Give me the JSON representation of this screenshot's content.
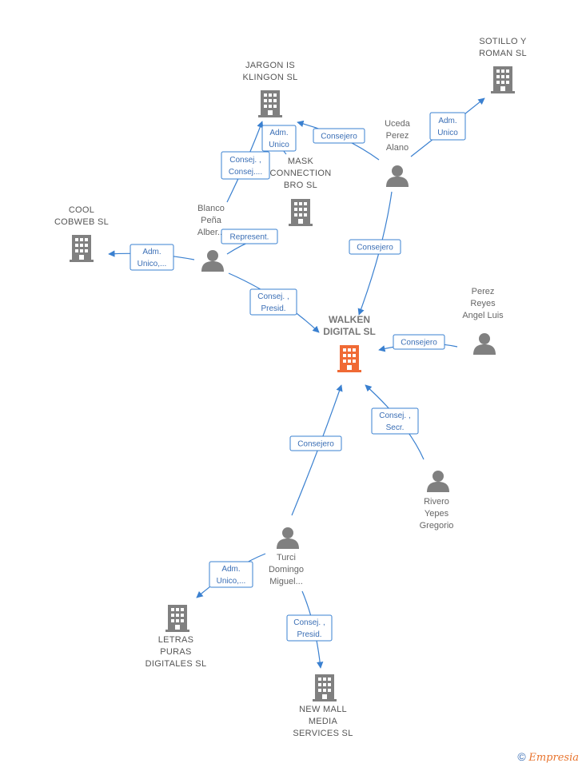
{
  "colors": {
    "edge": "#3a80d0",
    "edge_label_text": "#3a6eb5",
    "node_gray": "#808080",
    "main_node": "#f06a35",
    "label": "#666666"
  },
  "nodes": [
    {
      "id": "jargon",
      "type": "company",
      "label": [
        "JARGON IS",
        "KLINGON  SL"
      ]
    },
    {
      "id": "sotillo",
      "type": "company",
      "label": [
        "SOTILLO Y",
        "ROMAN SL"
      ]
    },
    {
      "id": "uceda",
      "type": "person",
      "label": [
        "Uceda",
        "Perez",
        "Alano"
      ]
    },
    {
      "id": "mask",
      "type": "company",
      "label": [
        "MASK",
        "CONNECTION",
        "BRO  SL"
      ]
    },
    {
      "id": "cool",
      "type": "company",
      "label": [
        "COOL",
        "COBWEB  SL"
      ]
    },
    {
      "id": "blanco",
      "type": "person",
      "label": [
        "Blanco",
        "Peña",
        "Alber..."
      ]
    },
    {
      "id": "walken",
      "type": "main",
      "label": [
        "WALKEN",
        "DIGITAL  SL"
      ]
    },
    {
      "id": "perez",
      "type": "person",
      "label": [
        "Perez",
        "Reyes",
        "Angel Luis"
      ]
    },
    {
      "id": "rivero",
      "type": "person",
      "label": [
        "Rivero",
        "Yepes",
        "Gregorio"
      ]
    },
    {
      "id": "turci",
      "type": "person",
      "label": [
        "Turci",
        "Domingo",
        "Miguel..."
      ]
    },
    {
      "id": "letras",
      "type": "company",
      "label": [
        "LETRAS",
        "PURAS",
        "DIGITALES  SL"
      ]
    },
    {
      "id": "newmall",
      "type": "company",
      "label": [
        "NEW MALL",
        "MEDIA",
        "SERVICES  SL"
      ]
    }
  ],
  "edges": [
    {
      "from": "uceda",
      "to": "sotillo",
      "label": [
        "Adm.",
        "Unico"
      ]
    },
    {
      "from": "uceda",
      "to": "jargon",
      "label": [
        "Consejero"
      ]
    },
    {
      "from": "uceda",
      "to": "walken",
      "label": [
        "Consejero"
      ]
    },
    {
      "from": "blanco",
      "to": "jargon",
      "label": [
        "Consej. ,",
        "Consej...."
      ]
    },
    {
      "from": "blanco",
      "to": "mask",
      "label": [
        "Adm.",
        "Unico"
      ]
    },
    {
      "from": "blanco",
      "to": "mask",
      "label": [
        "Represent."
      ]
    },
    {
      "from": "blanco",
      "to": "cool",
      "label": [
        "Adm.",
        "Unico,..."
      ]
    },
    {
      "from": "blanco",
      "to": "walken",
      "label": [
        "Consej. ,",
        "Presid."
      ]
    },
    {
      "from": "perez",
      "to": "walken",
      "label": [
        "Consejero"
      ]
    },
    {
      "from": "rivero",
      "to": "walken",
      "label": [
        "Consej. ,",
        "Secr."
      ]
    },
    {
      "from": "turci",
      "to": "walken",
      "label": [
        "Consejero"
      ]
    },
    {
      "from": "turci",
      "to": "letras",
      "label": [
        "Adm.",
        "Unico,..."
      ]
    },
    {
      "from": "turci",
      "to": "newmall",
      "label": [
        "Consej. ,",
        "Presid."
      ]
    }
  ],
  "footer": {
    "copyright_symbol": "©",
    "brand": "Empresia"
  }
}
